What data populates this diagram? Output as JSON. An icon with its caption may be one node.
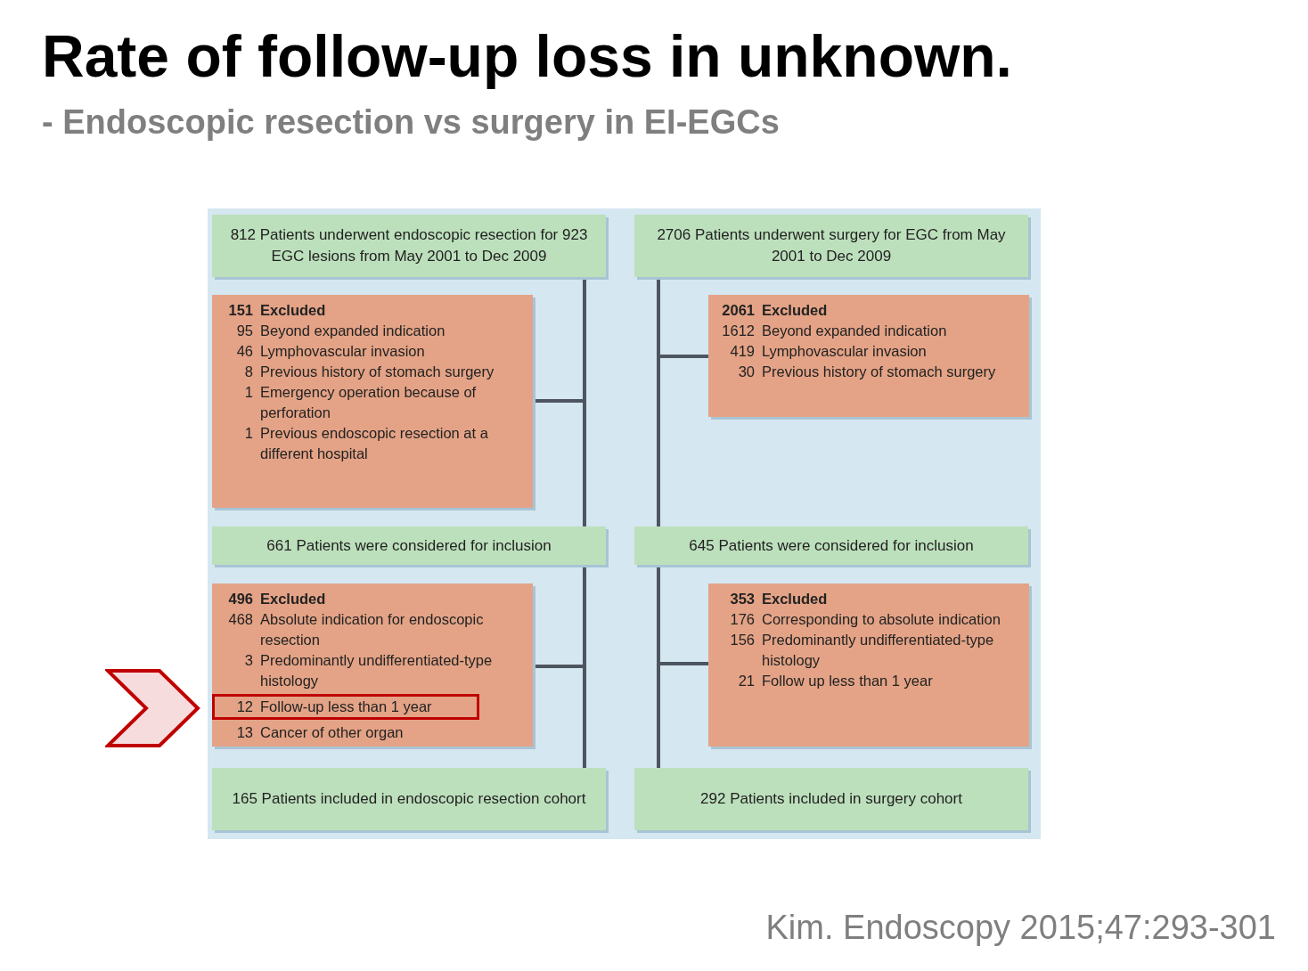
{
  "diagram": {
    "title": "Rate of follow-up loss in unknown.",
    "nodes": [
      {
        "text": [
          "812 Patients underwent endoscopic resection for 923 EGC lesions from May 2001 to Dec 2009"
        ]
      },
      {
        "text": [
          "2706 Patients underwent surgery for EGC from May 2001 to Dec 2009"
        ]
      },
      {
        "text": [
          "151 Excluded",
          "95 Beyond expanded indication",
          "46 Lymphovascular invasion",
          "8 Previous history of stomach surgery",
          "1 Emergency operation because of perforation",
          "1 Previous endoscopic resection at a different hospital"
        ]
      },
      {
        "text": [
          "2061 Excluded",
          "1612 Beyond expanded indication",
          "419 Lymphovascular invasion",
          "30 Previous history of stomach surgery"
        ]
      },
      {
        "text": [
          "661 Patients were considered for inclusion"
        ]
      },
      {
        "text": [
          "645 Patients were considered for inclusion"
        ]
      },
      {
        "text": [
          "496 Excluded",
          "468 Absolute indication for endoscopic resection",
          "3 Predominantly undifferentiated-type histology",
          "13 Cancer of other organ"
        ]
      },
      {
        "text": [
          "12 Follow-up less than 1 year"
        ],
        "in": 6
      },
      {
        "text": [
          "353 Excluded",
          "176 Corresponding to absolute indication",
          "156 Predominantly undifferentiated-type histology",
          "21 Follow up less than 1 year"
        ]
      },
      {
        "text": [
          "165 Patients included in endoscopic resection cohort"
        ]
      },
      {
        "text": [
          "292 Patients included in surgery cohort"
        ]
      },
      {
        "text": [],
        "shape": "chevron"
      }
    ],
    "edges": [
      {
        "from": 0,
        "to": 2,
        "arrow": "none"
      },
      {
        "from": 0,
        "to": 4,
        "arrow": "none"
      },
      {
        "from": 1,
        "to": 3,
        "arrow": "none"
      },
      {
        "from": 1,
        "to": 5,
        "arrow": "none"
      },
      {
        "from": 4,
        "to": 6,
        "arrow": "none"
      },
      {
        "from": 4,
        "to": 9,
        "arrow": "none"
      },
      {
        "from": 5,
        "to": 8,
        "arrow": "none"
      },
      {
        "from": 5,
        "to": 10,
        "arrow": "none"
      }
    ],
    "labels": [
      "- Endoscopic resection vs surgery in EI-EGCs"
    ],
    "caption": "Kim. Endoscopy 2015;47:293-301"
  }
}
